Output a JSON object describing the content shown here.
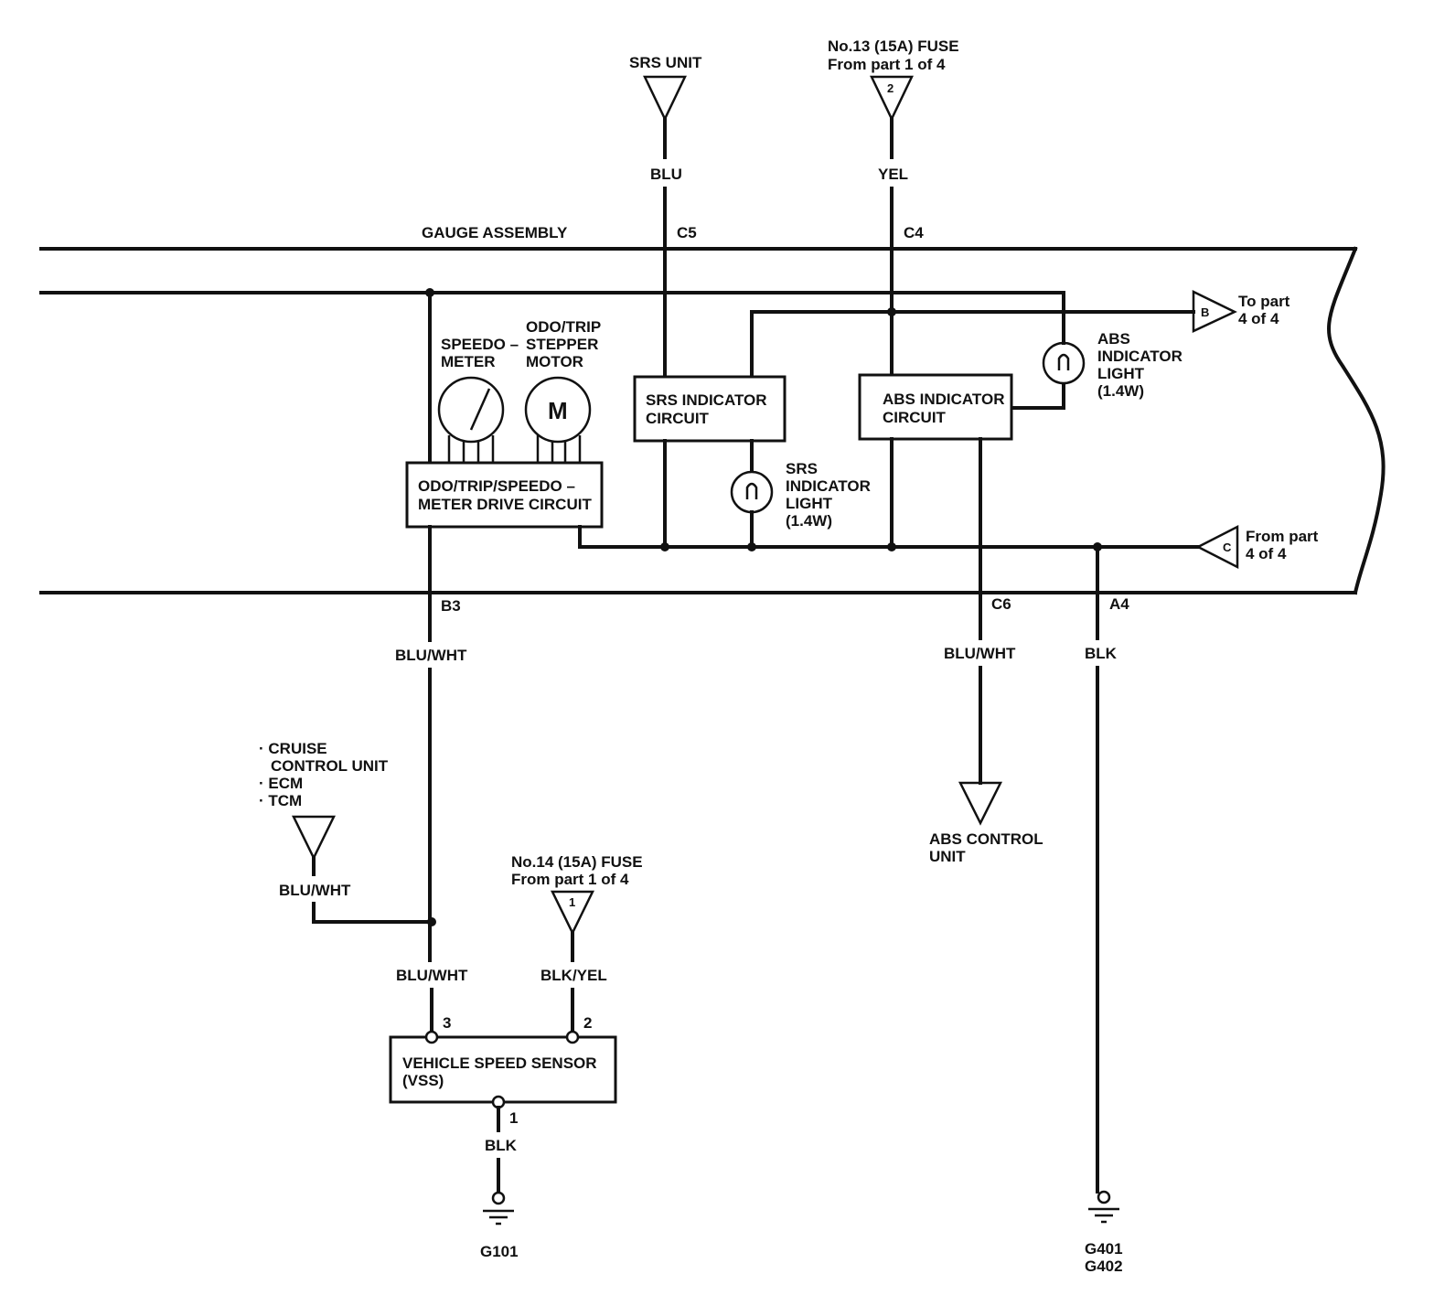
{
  "top": {
    "srs_unit": "SRS UNIT",
    "fuse13_line1": "No.13 (15A) FUSE",
    "fuse13_line2": "From part 1 of 4",
    "fuse13_marker": "2",
    "wire_blu": "BLU",
    "wire_yel": "YEL"
  },
  "gauge": {
    "title": "GAUGE ASSEMBLY",
    "conn_c5": "C5",
    "conn_c4": "C4",
    "conn_b3": "B3",
    "conn_c6": "C6",
    "conn_a4": "A4"
  },
  "components": {
    "speedo_line1": "SPEEDO –",
    "speedo_line2": "METER",
    "odo_line1": "ODO/TRIP",
    "odo_line2": "STEPPER",
    "odo_line3": "MOTOR",
    "motor_symbol": "M",
    "drive_line1": "ODO/TRIP/SPEEDO –",
    "drive_line2": "METER DRIVE CIRCUIT",
    "srs_circuit_line1": "SRS INDICATOR",
    "srs_circuit_line2": "CIRCUIT",
    "abs_circuit_line1": "ABS INDICATOR",
    "abs_circuit_line2": "CIRCUIT",
    "srs_light_line1": "SRS",
    "srs_light_line2": "INDICATOR",
    "srs_light_line3": "LIGHT",
    "srs_light_line4": "(1.4W)",
    "abs_light_line1": "ABS",
    "abs_light_line2": "INDICATOR",
    "abs_light_line3": "LIGHT",
    "abs_light_line4": "(1.4W)"
  },
  "connectors": {
    "b_marker": "B",
    "b_text_line1": "To part",
    "b_text_line2": "4 of 4",
    "c_marker": "C",
    "c_text_line1": "From part",
    "c_text_line2": "4 of 4"
  },
  "lower": {
    "wire_blu_wht_b3": "BLU/WHT",
    "wire_blu_wht_c6": "BLU/WHT",
    "wire_blk_a4": "BLK",
    "abs_control_line1": "ABS CONTROL",
    "abs_control_line2": "UNIT",
    "cruise_line1": "· CRUISE",
    "cruise_line2": "CONTROL UNIT",
    "cruise_line3": "· ECM",
    "cruise_line4": "· TCM",
    "wire_blu_wht_cruise": "BLU/WHT",
    "wire_blu_wht_vss": "BLU/WHT",
    "fuse14_line1": "No.14 (15A) FUSE",
    "fuse14_line2": "From part 1 of 4",
    "fuse14_marker": "1",
    "wire_blk_yel": "BLK/YEL",
    "pin3": "3",
    "pin2": "2",
    "pin1": "1",
    "vss_line1": "VEHICLE SPEED SENSOR",
    "vss_line2": "(VSS)",
    "wire_blk_vss": "BLK",
    "ground_g101": "G101",
    "ground_g401": "G401",
    "ground_g402": "G402"
  }
}
